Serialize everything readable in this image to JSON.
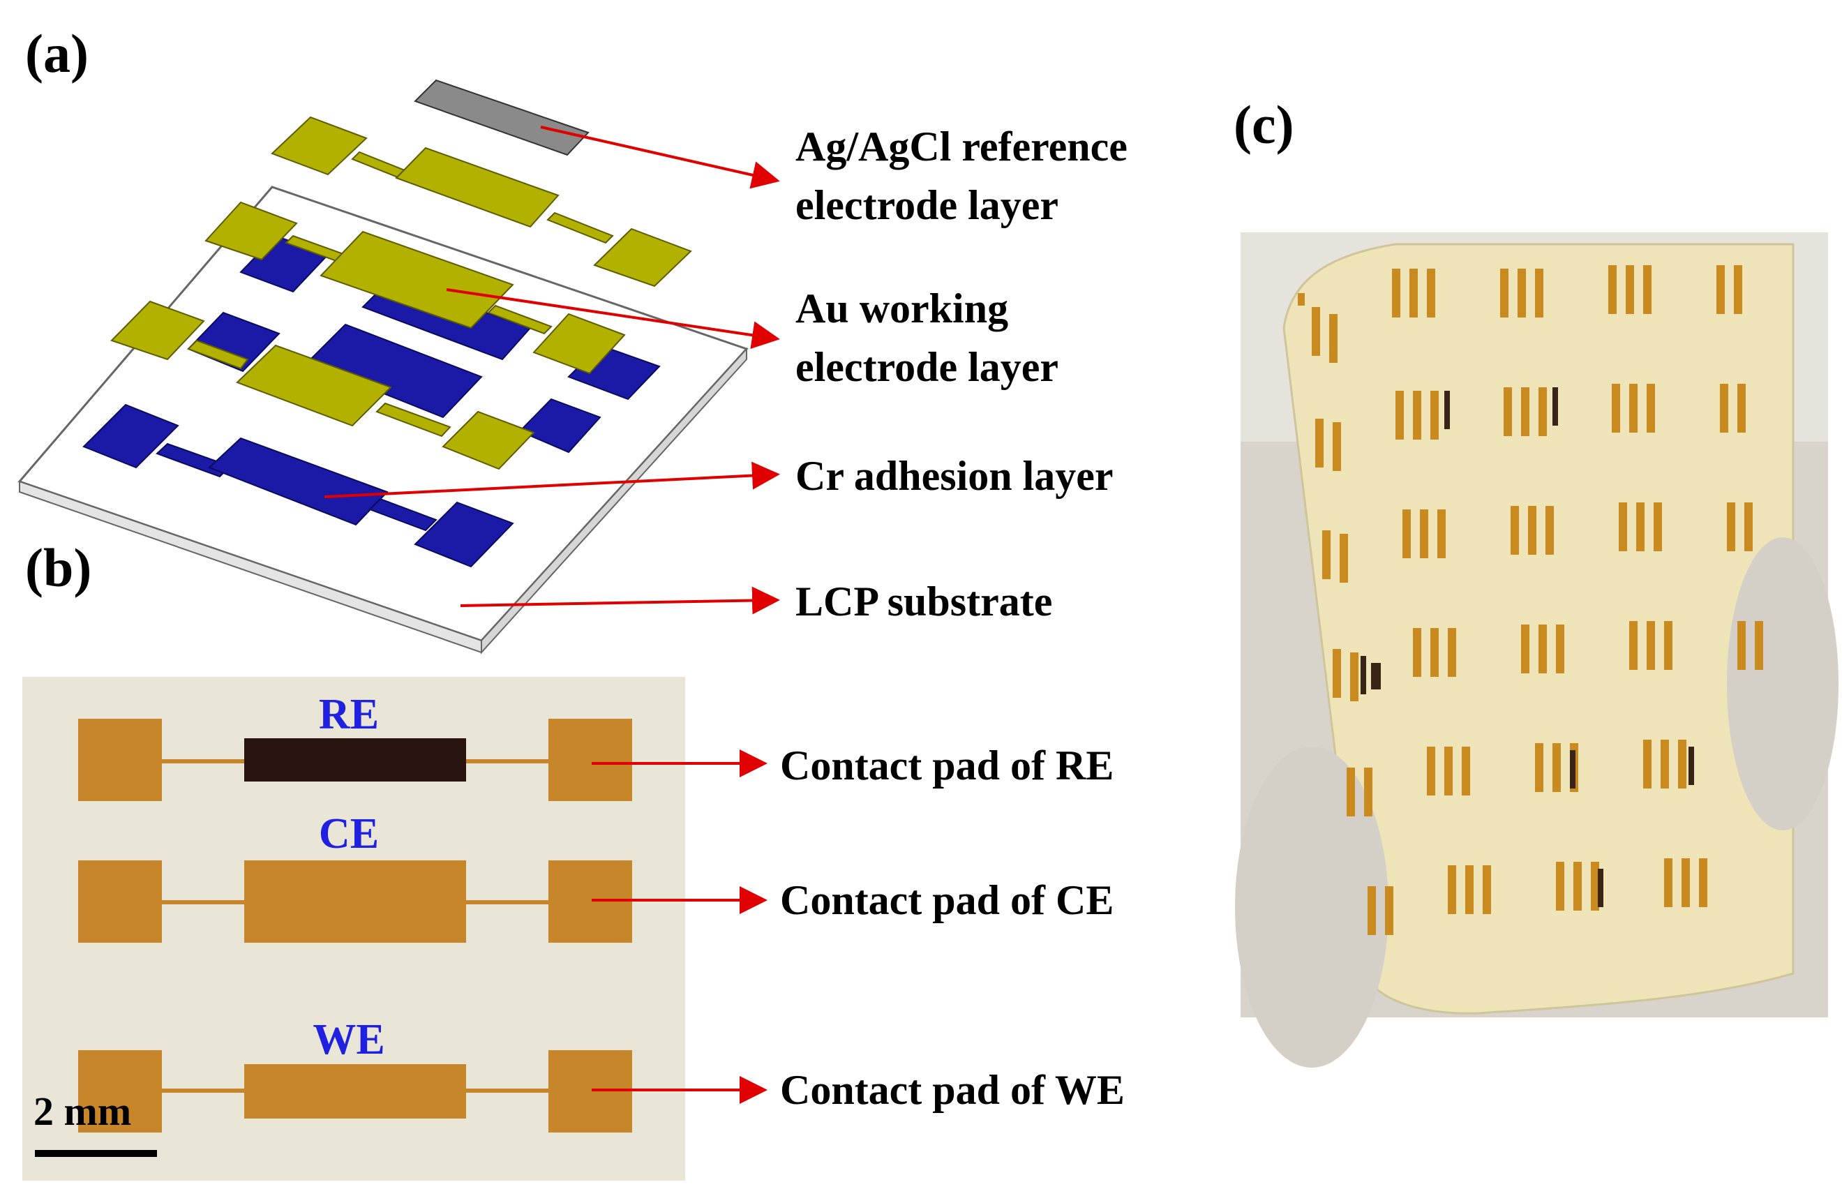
{
  "panels": {
    "a": "(a)",
    "b": "(b)",
    "c": "(c)"
  },
  "layer_labels": {
    "ag_line1": "Ag/AgCl reference",
    "ag_line2": "electrode layer",
    "au_line1": "Au working",
    "au_line2": "electrode layer",
    "cr": "Cr adhesion layer",
    "lcp": "LCP substrate"
  },
  "pad_labels": {
    "re": "Contact pad of RE",
    "ce": "Contact pad of CE",
    "we": "Contact pad of WE"
  },
  "electrode_tags": {
    "re": "RE",
    "ce": "CE",
    "we": "WE"
  },
  "scale_bar": "2 mm",
  "colors": {
    "gold_layer": "#b3b100",
    "chromium_layer": "#1a1aa6",
    "silver_layer": "#8a8a8a",
    "arrow": "#e00000",
    "pad_copper": "#c8862a",
    "ref_dark": "#2a1410",
    "tag_blue": "#2020e0"
  }
}
